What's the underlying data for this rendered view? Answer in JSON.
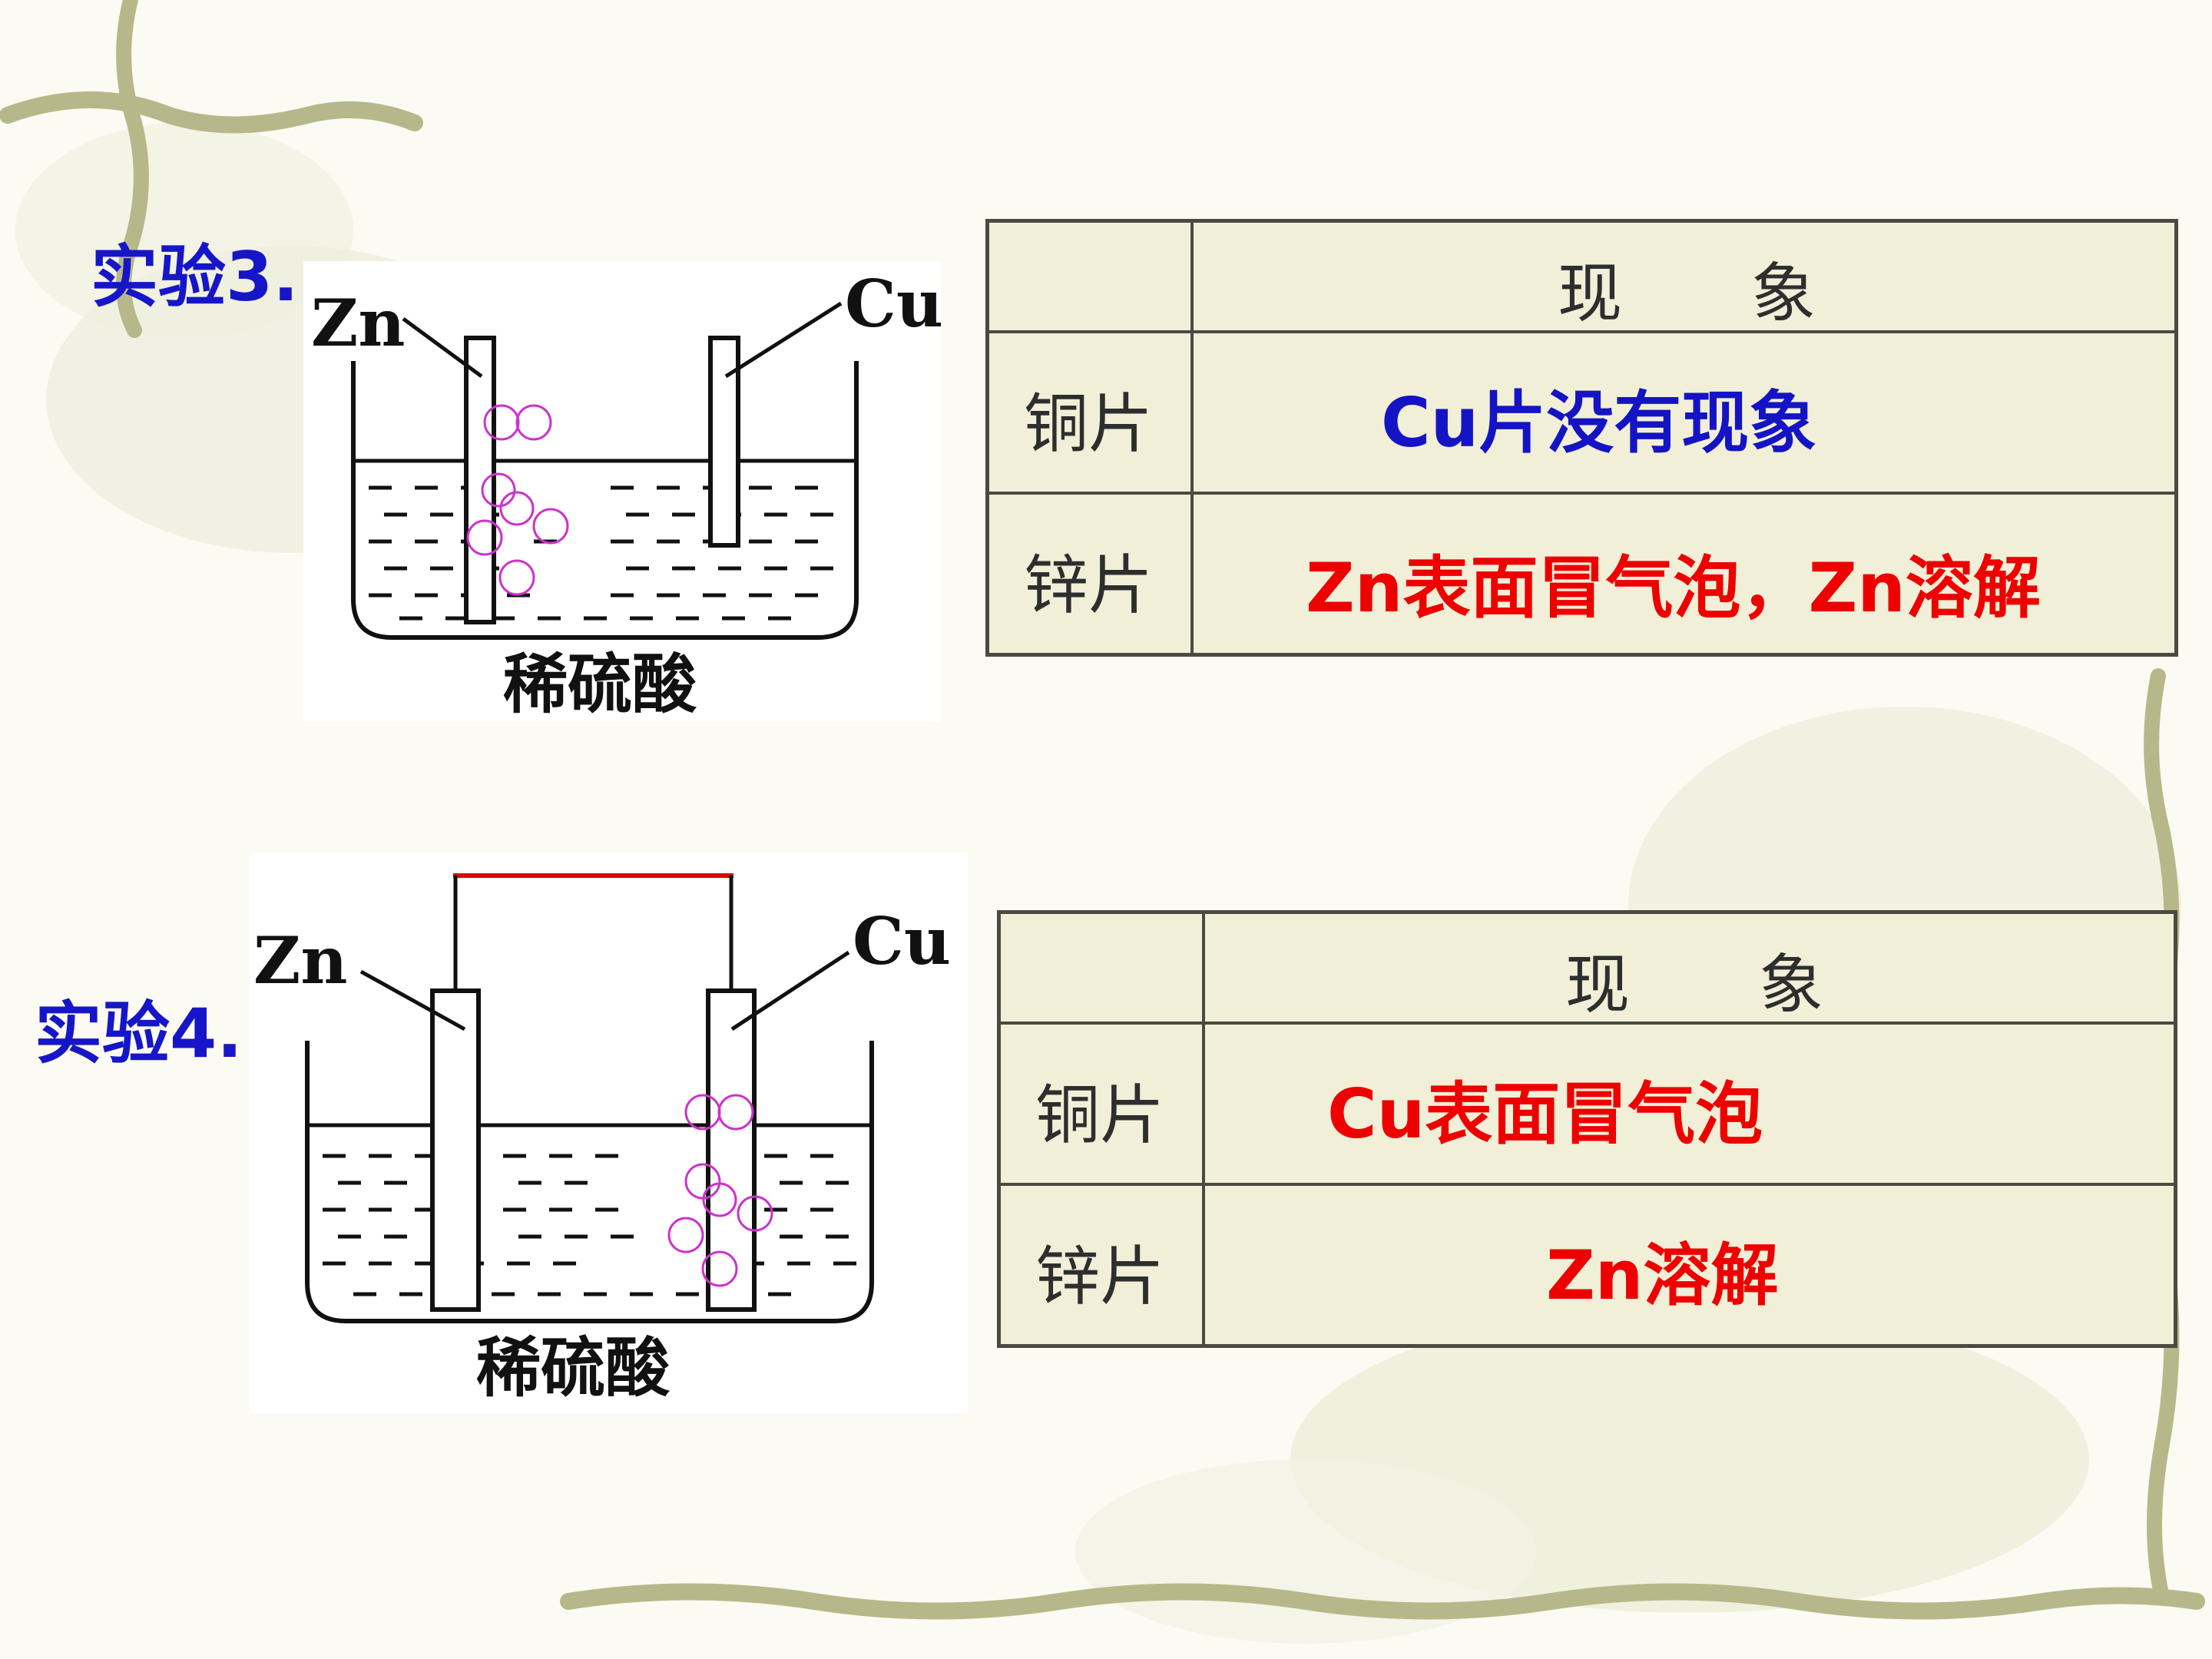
{
  "experiment3": {
    "label": "实验3.",
    "diagram": {
      "zn_label": "Zn",
      "cu_label": "Cu",
      "solution_label": "稀硫酸"
    },
    "table": {
      "header": "现　　象",
      "rows": [
        {
          "label": "铜片",
          "observation": "Cu片没有现象",
          "color": "#1414c4"
        },
        {
          "label": "锌片",
          "observation": "Zn表面冒气泡，Zn溶解",
          "color": "#ee0000"
        }
      ]
    }
  },
  "experiment4": {
    "label": "实验4.",
    "diagram": {
      "zn_label": "Zn",
      "cu_label": "Cu",
      "solution_label": "稀硫酸",
      "wire_color": "#e00000"
    },
    "table": {
      "header": "现　　象",
      "rows": [
        {
          "label": "铜片",
          "observation": "Cu表面冒气泡",
          "color": "#ee0000"
        },
        {
          "label": "锌片",
          "observation": "Zn溶解",
          "color": "#ee0000"
        }
      ]
    }
  },
  "colors": {
    "label_blue": "#1616c8",
    "bubble": "#cc33cc",
    "vine": "#b7b88a"
  }
}
